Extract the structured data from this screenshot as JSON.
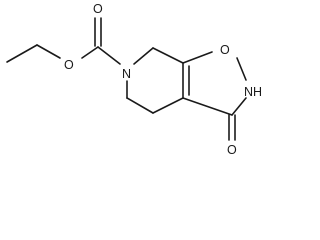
{
  "atom_labels": {
    "ester_oxygen_carbonyl": "O",
    "ester_oxygen_ether": "O",
    "ring_nitrogen": "N",
    "isoxazole_oxygen": "O",
    "isoxazole_nh": "NH",
    "ketone_oxygen": "O"
  },
  "colors": {
    "bond": "#1a1a1a",
    "text": "#1a1a1a",
    "background": "#ffffff"
  }
}
